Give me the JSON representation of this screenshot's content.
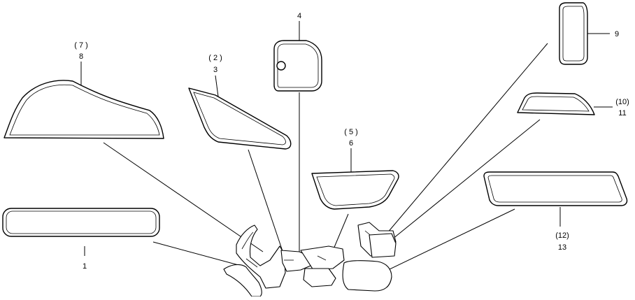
{
  "callouts": {
    "c1": "1",
    "c3_paren": "( 2 )",
    "c3": "3",
    "c4": "4",
    "c6_paren": "( 5 )",
    "c6": "6",
    "c8_paren": "( 7 )",
    "c8": "8",
    "c9": "9",
    "c11_paren": "(10)",
    "c11": "11",
    "c13_paren": "(12)",
    "c13": "13"
  }
}
